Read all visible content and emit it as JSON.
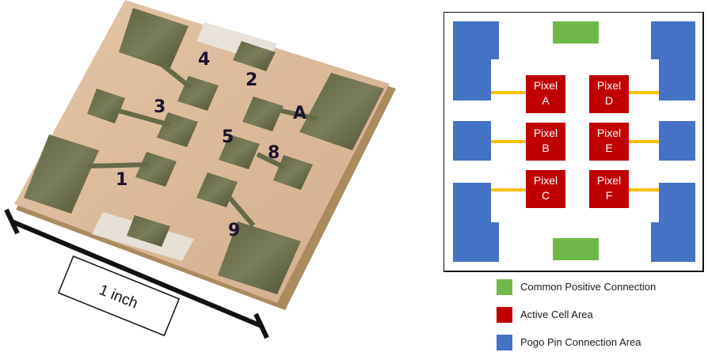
{
  "photo": {
    "scale_label": "1 inch",
    "handwritten_marks": [
      "4",
      "2",
      "3",
      "A",
      "5",
      "8",
      "1",
      "9"
    ]
  },
  "schematic": {
    "pixels": [
      {
        "line1": "Pixel",
        "line2": "A"
      },
      {
        "line1": "Pixel",
        "line2": "D"
      },
      {
        "line1": "Pixel",
        "line2": "B"
      },
      {
        "line1": "Pixel",
        "line2": "E"
      },
      {
        "line1": "Pixel",
        "line2": "C"
      },
      {
        "line1": "Pixel",
        "line2": "F"
      }
    ]
  },
  "legend": [
    {
      "label": "Common Positive Connection",
      "color": "#70b84a"
    },
    {
      "label": "Active Cell Area",
      "color": "#c00000"
    },
    {
      "label": "Pogo Pin Connection Area",
      "color": "#4472c4"
    }
  ],
  "colors": {
    "green": "#70b84a",
    "red": "#c00000",
    "blue": "#4472c4",
    "yellow": "#ffc000",
    "substrate": "#d8b898",
    "pad": "#6b7050"
  }
}
